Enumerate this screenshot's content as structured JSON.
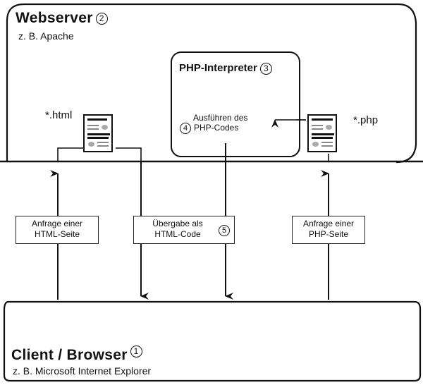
{
  "webserver": {
    "title": "Webserver",
    "step": "2",
    "subtitle": "z. B. Apache"
  },
  "php_interpreter": {
    "title": "PHP-Interpreter",
    "step": "3",
    "action_line1": "Ausführen des",
    "action_line2": "PHP-Codes",
    "action_step": "4"
  },
  "files": {
    "html_label": "*.html",
    "php_label": "*.php"
  },
  "flows": {
    "request_html_line1": "Anfrage einer",
    "request_html_line2": "HTML-Seite",
    "handover_line1": "Übergabe als",
    "handover_line2": "HTML-Code",
    "handover_step": "5",
    "request_php_line1": "Anfrage einer",
    "request_php_line2": "PHP-Seite"
  },
  "client": {
    "title": "Client / Browser",
    "step": "1",
    "subtitle": "z. B. Microsoft Internet Explorer"
  }
}
